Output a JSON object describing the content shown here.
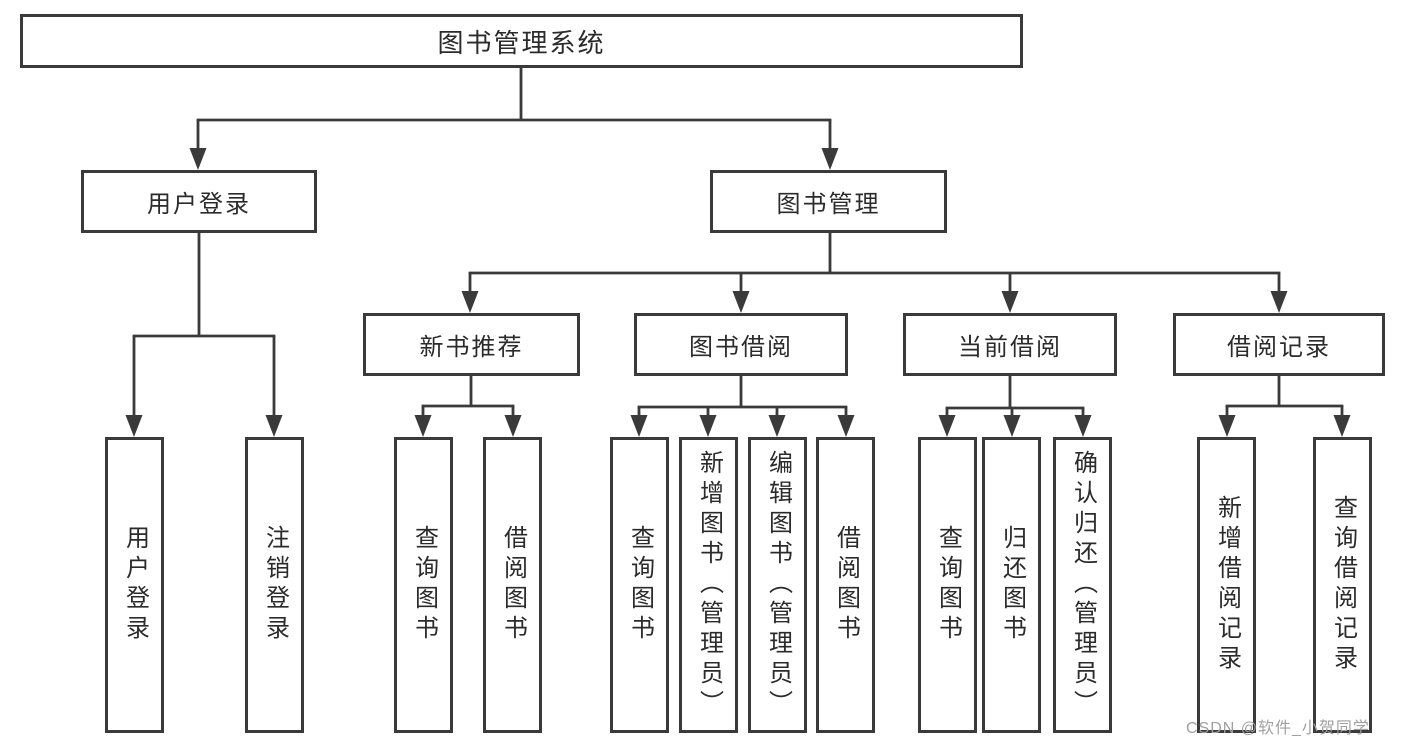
{
  "diagram": {
    "title": "图书管理系统",
    "type": "hierarchy-tree"
  },
  "root": {
    "label": "图书管理系统"
  },
  "level1": {
    "user_login": {
      "label": "用户登录"
    },
    "book_mgmt": {
      "label": "图书管理"
    }
  },
  "level2": {
    "new_recommend": {
      "label": "新书推荐"
    },
    "book_borrow": {
      "label": "图书借阅"
    },
    "current_borrow": {
      "label": "当前借阅"
    },
    "borrow_record": {
      "label": "借阅记录"
    }
  },
  "leaves": {
    "login": {
      "label": "用户登录",
      "parent": "用户登录"
    },
    "logout": {
      "label": "注销登录",
      "parent": "用户登录"
    },
    "rec_query": {
      "label": "查询图书",
      "parent": "新书推荐"
    },
    "rec_borrow": {
      "label": "借阅图书",
      "parent": "新书推荐"
    },
    "borrow_query": {
      "label": "查询图书",
      "parent": "图书借阅"
    },
    "borrow_add": {
      "label": "新增图书（管理员）",
      "parent": "图书借阅"
    },
    "borrow_edit": {
      "label": "编辑图书（管理员）",
      "parent": "图书借阅"
    },
    "borrow_borrow": {
      "label": "借阅图书",
      "parent": "图书借阅"
    },
    "current_query": {
      "label": "查询图书",
      "parent": "当前借阅"
    },
    "current_return": {
      "label": "归还图书",
      "parent": "当前借阅"
    },
    "current_confirm": {
      "label": "确认归还（管理员）",
      "parent": "当前借阅"
    },
    "record_add": {
      "label": "新增借阅记录",
      "parent": "借阅记录"
    },
    "record_query": {
      "label": "查询借阅记录",
      "parent": "借阅记录"
    }
  },
  "watermark": {
    "text": "CSDN @软件_小贺同学"
  },
  "colors": {
    "line": "#3a3a3a",
    "text": "#2b2b2b",
    "watermark": "#a0a0a0",
    "background": "#ffffff"
  }
}
